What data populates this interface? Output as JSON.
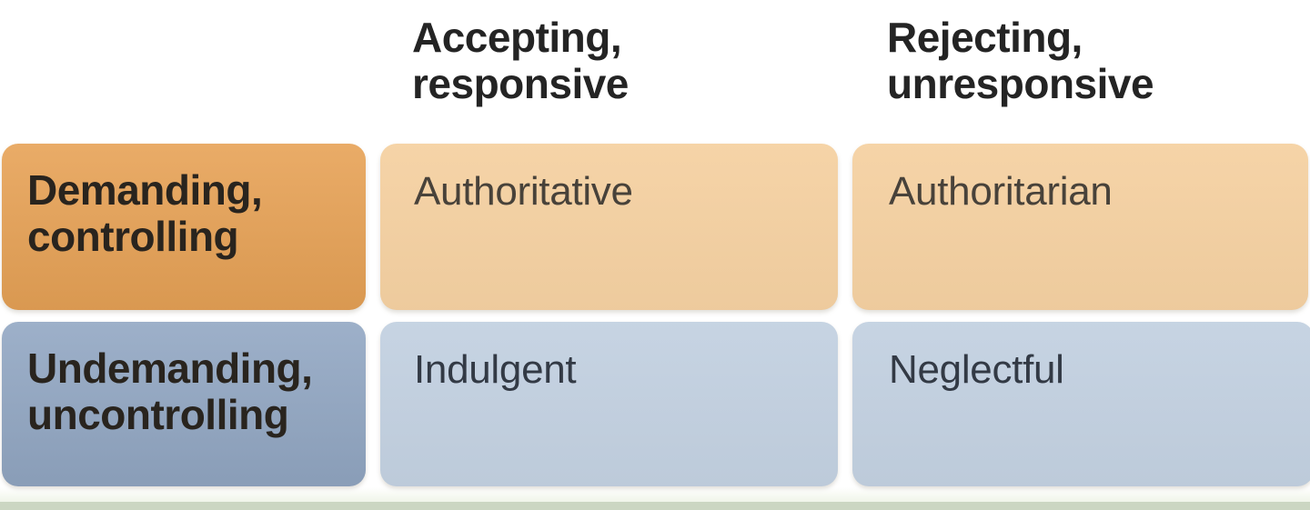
{
  "matrix": {
    "column_headers": [
      {
        "line1": "Accepting,",
        "line2": "responsive"
      },
      {
        "line1": "Rejecting,",
        "line2": "unresponsive"
      }
    ],
    "row_headers": [
      {
        "line1": "Demanding,",
        "line2": "controlling"
      },
      {
        "line1": "Undemanding,",
        "line2": "uncontrolling"
      }
    ],
    "cells": [
      [
        "Authoritative",
        "Authoritarian"
      ],
      [
        "Indulgent",
        "Neglectful"
      ]
    ]
  },
  "colors": {
    "background": "#ffffff",
    "row_header_demanding_bg": "#e7a256",
    "row_header_undemanding_bg": "#92a7c3",
    "cell_orange_bg": "#f5d1a2",
    "cell_blue_bg": "#c3d1e1",
    "column_header_text": "#242424",
    "row_header_text": "#29241e",
    "cell_text_on_orange": "#48423a",
    "cell_text_on_blue": "#333a45",
    "bottom_strip": "#cbd6c2"
  }
}
